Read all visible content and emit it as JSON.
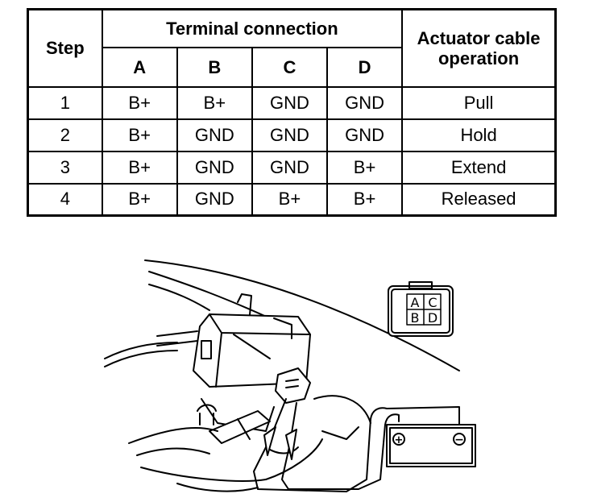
{
  "table": {
    "header": {
      "step": "Step",
      "terminal_connection": "Terminal connection",
      "actuator_operation": "Actuator cable operation",
      "terminals": [
        "A",
        "B",
        "C",
        "D"
      ]
    },
    "rows": [
      {
        "step": "1",
        "a": "B+",
        "b": "B+",
        "c": "GND",
        "d": "GND",
        "operation": "Pull"
      },
      {
        "step": "2",
        "a": "B+",
        "b": "GND",
        "c": "GND",
        "d": "GND",
        "operation": "Hold"
      },
      {
        "step": "3",
        "a": "B+",
        "b": "GND",
        "c": "GND",
        "d": "B+",
        "operation": "Extend"
      },
      {
        "step": "4",
        "a": "B+",
        "b": "GND",
        "c": "B+",
        "d": "B+",
        "operation": "Released"
      }
    ]
  },
  "connector": {
    "pins": [
      "A",
      "C",
      "B",
      "D"
    ]
  },
  "battery": {
    "positive": "+",
    "negative": "−"
  }
}
